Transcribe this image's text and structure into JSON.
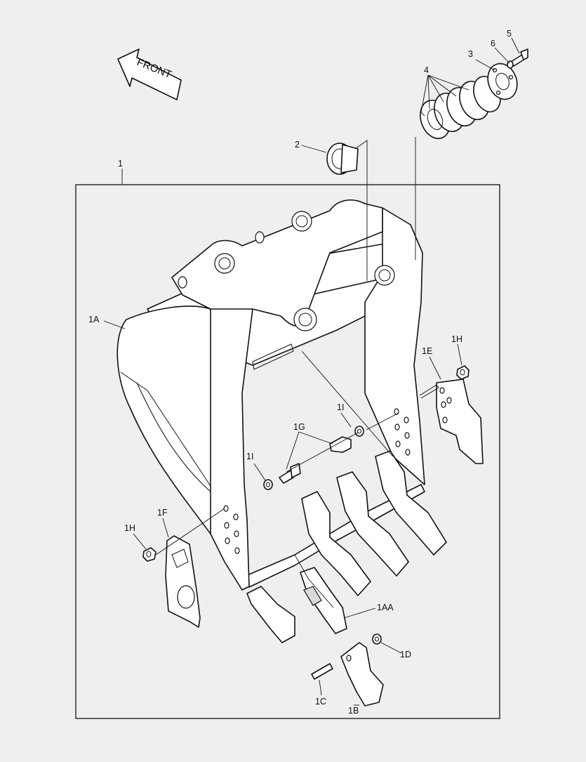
{
  "colors": {
    "background": "#efefef",
    "line": "#111111",
    "part_fill": "#ffffff"
  },
  "front_arrow": {
    "text": "FRONT"
  },
  "callouts": {
    "c1": "1",
    "c1A": "1A",
    "c1AA": "1AA",
    "c1B": "1B",
    "c1C": "1C",
    "c1D": "1D",
    "c1E": "1E",
    "c1F": "1F",
    "c1G": "1G",
    "c1H_left": "1H",
    "c1H_right": "1H",
    "c1I_left": "1I",
    "c1I_right": "1I",
    "c2": "2",
    "c3": "3",
    "c4": "4",
    "c5": "5",
    "c6": "6"
  }
}
